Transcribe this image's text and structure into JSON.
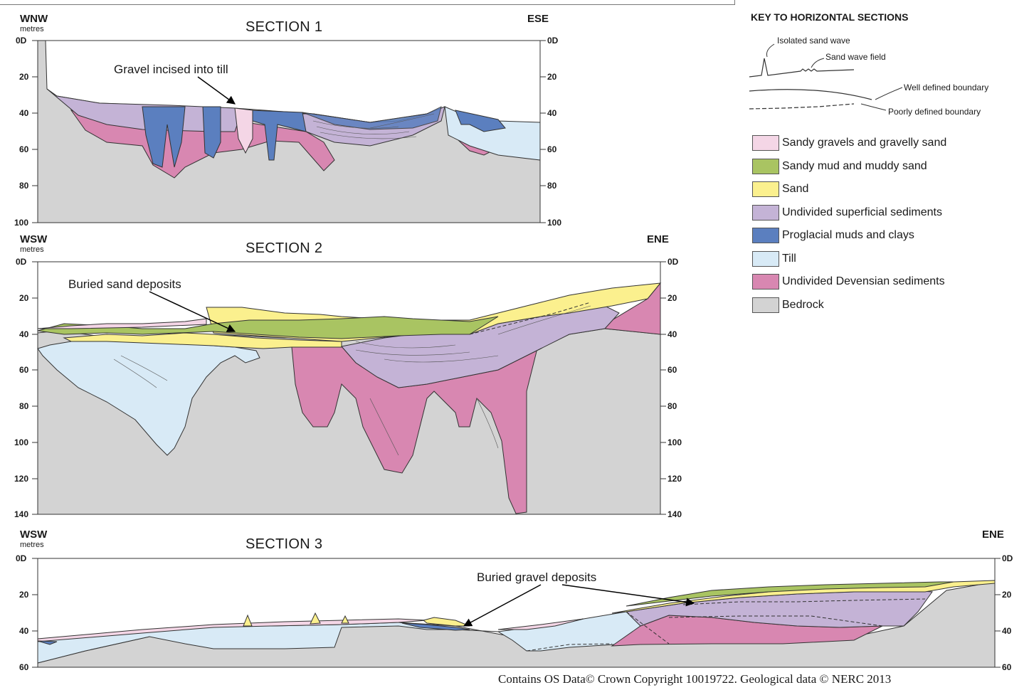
{
  "sections": [
    {
      "title": "SECTION 1",
      "left_dir": "WNW",
      "right_dir": "ESE",
      "unit": "metres",
      "ticks": [
        "0D",
        "20",
        "40",
        "60",
        "80",
        "100"
      ],
      "annotations": [
        "Gravel incised into till"
      ]
    },
    {
      "title": "SECTION 2",
      "left_dir": "WSW",
      "right_dir": "ENE",
      "unit": "metres",
      "ticks": [
        "0D",
        "20",
        "40",
        "60",
        "80",
        "100",
        "120",
        "140"
      ],
      "annotations": [
        "Buried sand deposits"
      ]
    },
    {
      "title": "SECTION 3",
      "left_dir": "WSW",
      "right_dir": "ENE",
      "unit": "metres",
      "ticks": [
        "0D",
        "20",
        "40",
        "60"
      ],
      "annotations": [
        "Buried gravel deposits"
      ]
    }
  ],
  "key": {
    "title": "KEY TO HORIZONTAL SECTIONS",
    "symbols": [
      "Isolated sand wave",
      "Sand wave field",
      "Well defined boundary",
      "Poorly defined boundary"
    ],
    "legend": [
      {
        "label": "Sandy gravels and gravelly sand",
        "color": "#f4d6e6"
      },
      {
        "label": "Sandy mud and muddy sand",
        "color": "#a9c462"
      },
      {
        "label": "Sand",
        "color": "#fbf08e"
      },
      {
        "label": "Undivided superficial sediments",
        "color": "#c4b3d6"
      },
      {
        "label": "Proglacial muds and clays",
        "color": "#5b7fbf"
      },
      {
        "label": "Till",
        "color": "#d8eaf6"
      },
      {
        "label": "Undivided Devensian sediments",
        "color": "#d887b1"
      },
      {
        "label": "Bedrock",
        "color": "#d3d3d3"
      }
    ]
  },
  "credit": "Contains OS Data© Crown Copyright 10019722. Geological data © NERC 2013"
}
